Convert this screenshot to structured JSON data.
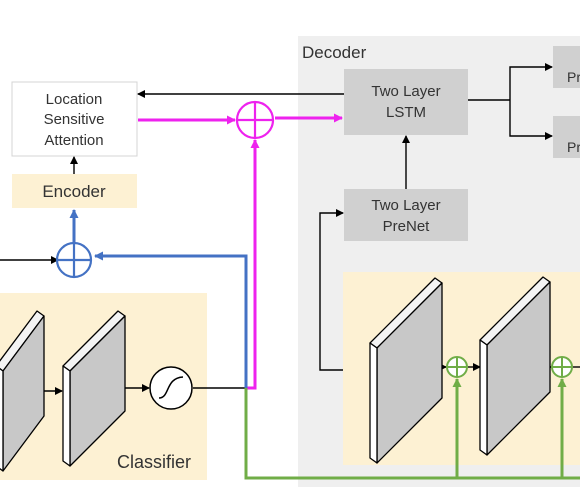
{
  "decoder": {
    "title": "Decoder"
  },
  "attention": {
    "line1": "Location",
    "line2": "Sensitive",
    "line3": "Attention"
  },
  "encoder": {
    "label": "Encoder"
  },
  "lstm": {
    "line1": "Two Layer",
    "line2": "LSTM"
  },
  "prenet": {
    "line1": "Two Layer",
    "line2": "PreNet"
  },
  "outputs": {
    "top": "Pr",
    "bottom": "Pr"
  },
  "classifier": {
    "label": "Classifier"
  },
  "colors": {
    "magenta": "#ee22ee",
    "blue": "#4472c4",
    "green": "#70ad47",
    "cream": "#fdf1d3",
    "decoder_bg": "#efefef",
    "box_gray": "#d0d0d0"
  },
  "icons": [
    "sum-junction-icon",
    "sigmoid-icon",
    "conv-layer-icon",
    "arrow-icon"
  ]
}
